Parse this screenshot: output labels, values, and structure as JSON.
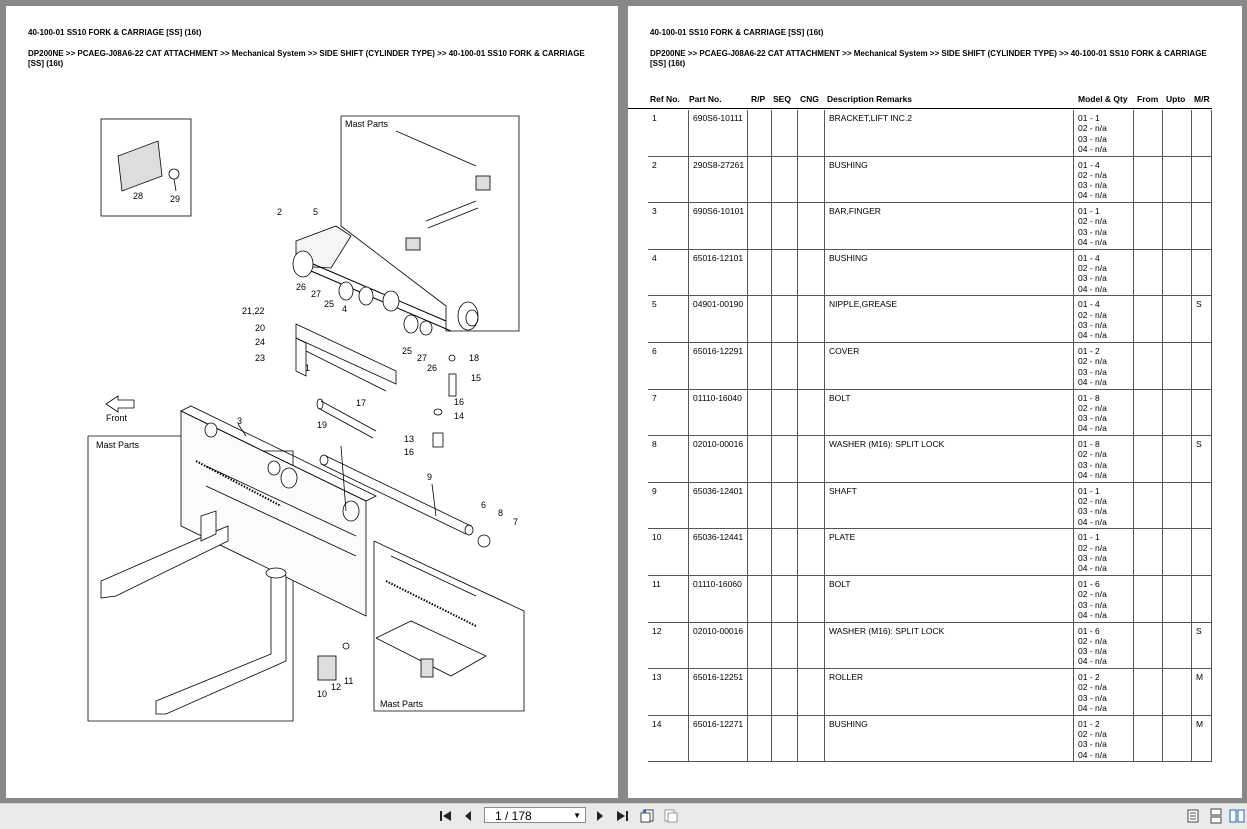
{
  "document": {
    "title": "40-100-01 SS10 FORK & CARRIAGE [SS] (16t)",
    "breadcrumb": "DP200NE >> PCAEG-J08A6-22 CAT ATTACHMENT >> Mechanical System >> SIDE SHIFT (CYLINDER TYPE) >> 40-100-01 SS10 FORK & CARRIAGE [SS] (16t)"
  },
  "diagram": {
    "labels": {
      "mast_parts_top": "Mast Parts",
      "mast_parts_left": "Mast Parts",
      "mast_parts_bottom": "Mast Parts",
      "front": "Front"
    },
    "callouts": [
      "28",
      "29",
      "2",
      "5",
      "26",
      "27",
      "25",
      "4",
      "21,22",
      "20",
      "24",
      "23",
      "1",
      "25",
      "27",
      "26",
      "18",
      "15",
      "17",
      "16",
      "14",
      "19",
      "3",
      "13",
      "16",
      "9",
      "6",
      "8",
      "7",
      "12",
      "11",
      "10"
    ]
  },
  "table": {
    "headers": {
      "ref_no": "Ref No.",
      "part_no": "Part No.",
      "rp": "R/P",
      "seq": "SEQ",
      "cng": "CNG",
      "description": "Description Remarks",
      "model_qty": "Model & Qty",
      "from": "From",
      "upto": "Upto",
      "mr": "M/R"
    },
    "rows": [
      {
        "ref": "1",
        "part": "690S6-10111",
        "desc": "BRACKET,LIFT INC.2",
        "qty": [
          "01 - 1",
          "02 - n/a",
          "03 - n/a",
          "04 - n/a"
        ],
        "mr": ""
      },
      {
        "ref": "2",
        "part": "290S8-27261",
        "desc": "BUSHING",
        "qty": [
          "01 - 4",
          "02 - n/a",
          "03 - n/a",
          "04 - n/a"
        ],
        "mr": ""
      },
      {
        "ref": "3",
        "part": "690S6-10101",
        "desc": "BAR,FINGER",
        "qty": [
          "01 - 1",
          "02 - n/a",
          "03 - n/a",
          "04 - n/a"
        ],
        "mr": ""
      },
      {
        "ref": "4",
        "part": "65016-12101",
        "desc": "BUSHING",
        "qty": [
          "01 - 4",
          "02 - n/a",
          "03 - n/a",
          "04 - n/a"
        ],
        "mr": ""
      },
      {
        "ref": "5",
        "part": "04901-00190",
        "desc": "NIPPLE,GREASE",
        "qty": [
          "01 - 4",
          "02 - n/a",
          "03 - n/a",
          "04 - n/a"
        ],
        "mr": "S"
      },
      {
        "ref": "6",
        "part": "65016-12291",
        "desc": "COVER",
        "qty": [
          "01 - 2",
          "02 - n/a",
          "03 - n/a",
          "04 - n/a"
        ],
        "mr": ""
      },
      {
        "ref": "7",
        "part": "01110-16040",
        "desc": "BOLT",
        "qty": [
          "01 - 8",
          "02 - n/a",
          "03 - n/a",
          "04 - n/a"
        ],
        "mr": ""
      },
      {
        "ref": "8",
        "part": "02010-00016",
        "desc": "WASHER (M16): SPLIT LOCK",
        "qty": [
          "01 - 8",
          "02 - n/a",
          "03 - n/a",
          "04 - n/a"
        ],
        "mr": "S"
      },
      {
        "ref": "9",
        "part": "65036-12401",
        "desc": "SHAFT",
        "qty": [
          "01 - 1",
          "02 - n/a",
          "03 - n/a",
          "04 - n/a"
        ],
        "mr": ""
      },
      {
        "ref": "10",
        "part": "65036-12441",
        "desc": "PLATE",
        "qty": [
          "01 - 1",
          "02 - n/a",
          "03 - n/a",
          "04 - n/a"
        ],
        "mr": ""
      },
      {
        "ref": "11",
        "part": "01110-16060",
        "desc": "BOLT",
        "qty": [
          "01 - 6",
          "02 - n/a",
          "03 - n/a",
          "04 - n/a"
        ],
        "mr": ""
      },
      {
        "ref": "12",
        "part": "02010-00016",
        "desc": "WASHER (M16): SPLIT LOCK",
        "qty": [
          "01 - 6",
          "02 - n/a",
          "03 - n/a",
          "04 - n/a"
        ],
        "mr": "S"
      },
      {
        "ref": "13",
        "part": "65016-12251",
        "desc": "ROLLER",
        "qty": [
          "01 - 2",
          "02 - n/a",
          "03 - n/a",
          "04 - n/a"
        ],
        "mr": "M"
      },
      {
        "ref": "14",
        "part": "65016-12271",
        "desc": "BUSHING",
        "qty": [
          "01 - 2",
          "02 - n/a",
          "03 - n/a",
          "04 - n/a"
        ],
        "mr": "M"
      }
    ]
  },
  "toolbar": {
    "page_indicator": "1 / 178",
    "icons": [
      "first-page-icon",
      "prev-page-icon",
      "next-page-icon",
      "last-page-icon",
      "previous-view-icon",
      "next-view-icon",
      "single-page-icon",
      "continuous-icon",
      "two-page-icon"
    ]
  }
}
